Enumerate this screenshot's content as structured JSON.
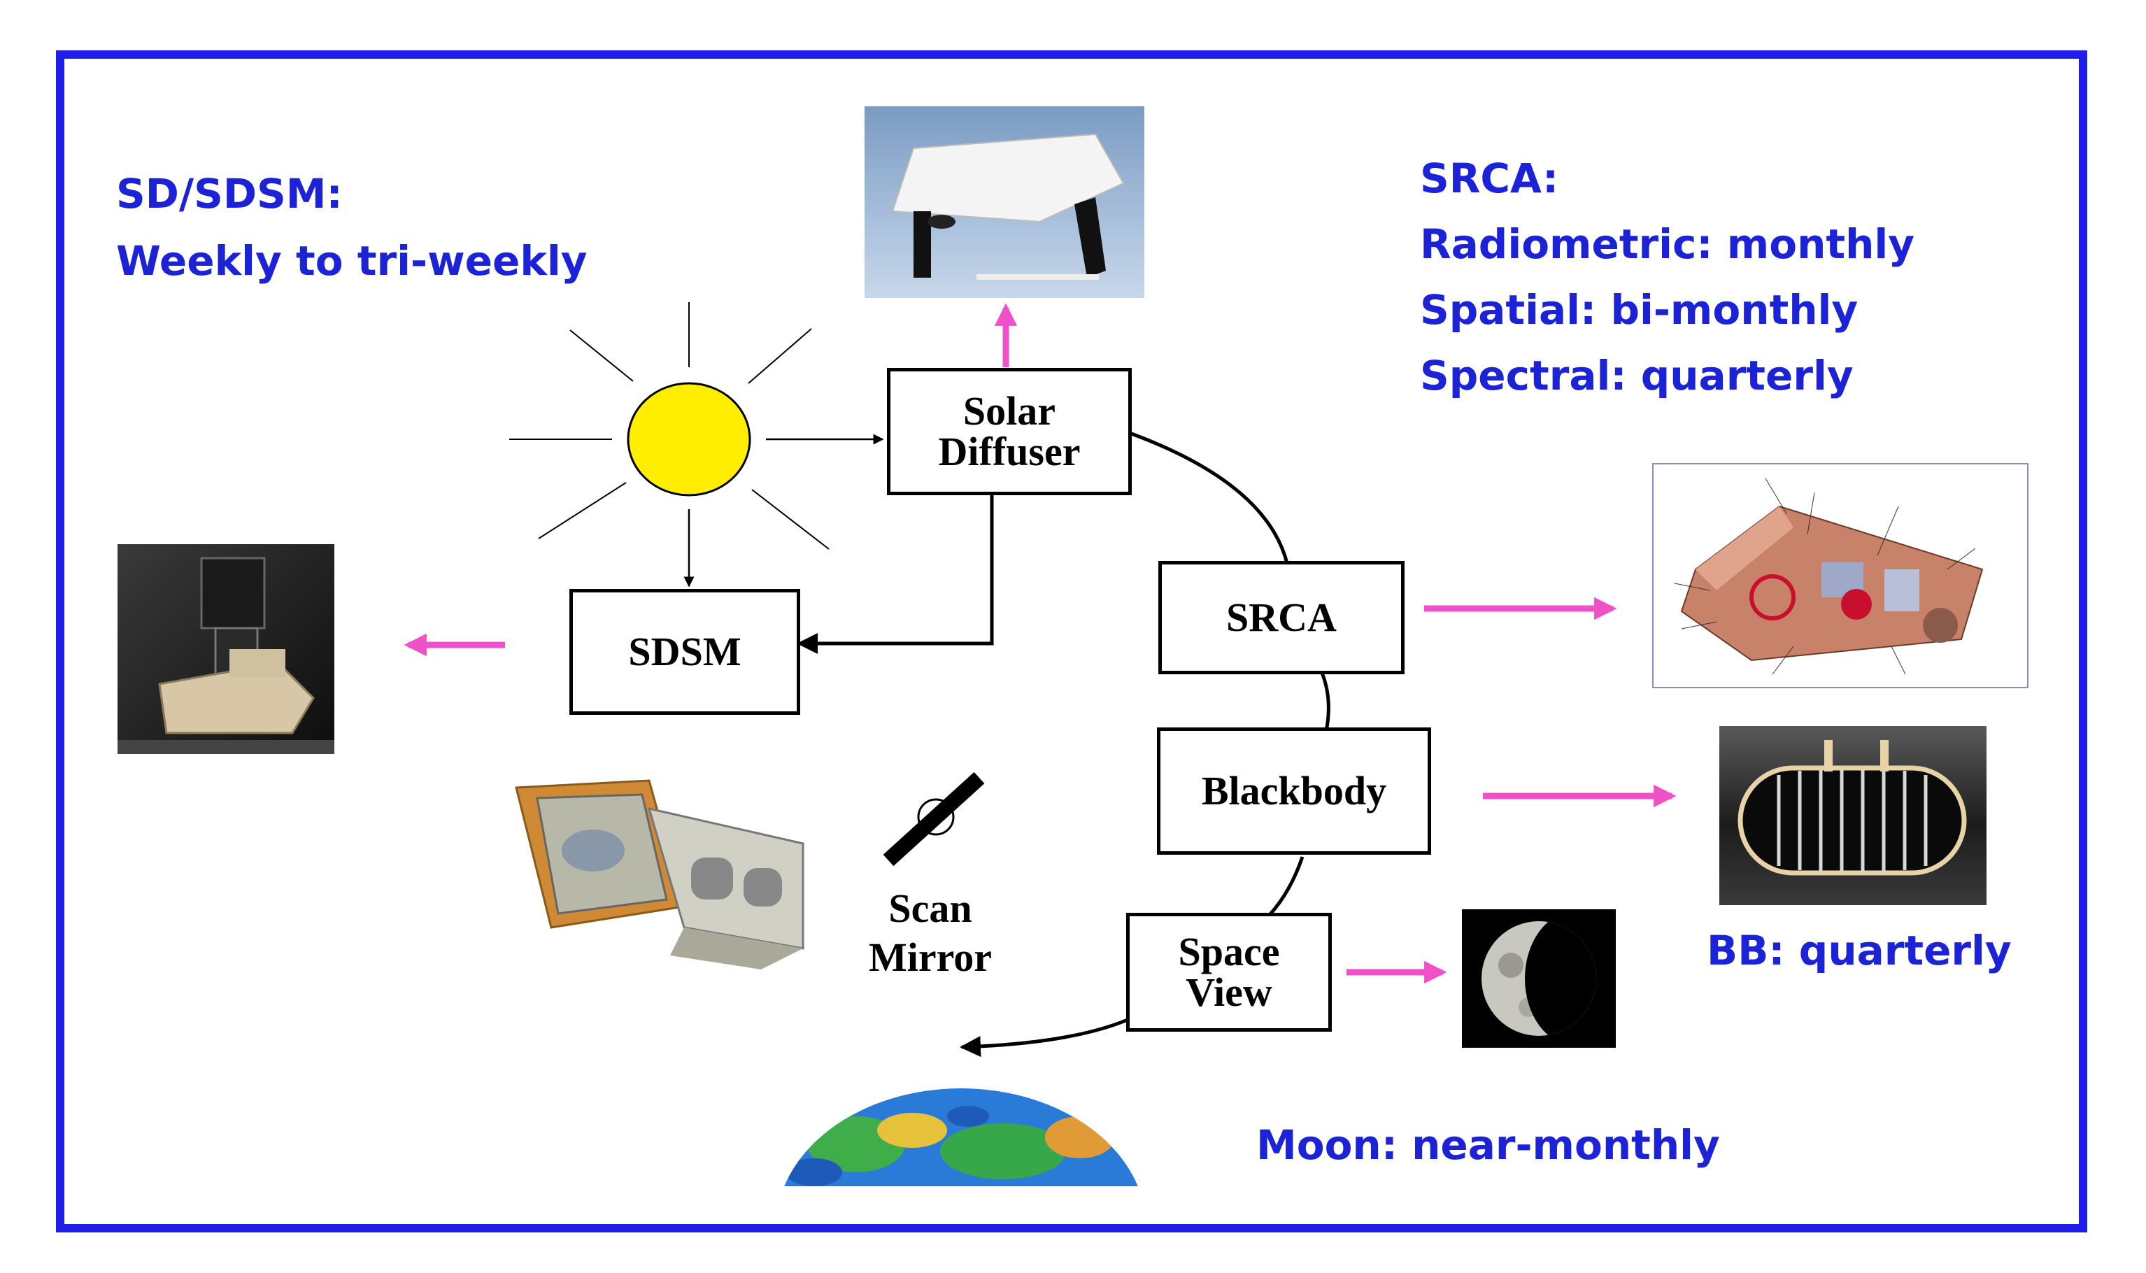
{
  "notes": {
    "sd_sdsm": [
      "SD/SDSM:",
      "Weekly to tri-weekly"
    ],
    "srca": [
      "SRCA:",
      "Radiometric: monthly",
      "Spatial: bi-monthly",
      "Spectral: quarterly"
    ],
    "bb": "BB: quarterly",
    "moon": "Moon: near-monthly"
  },
  "boxes": {
    "solar_diffuser": "Solar\nDiffuser",
    "sdsm": "SDSM",
    "srca": "SRCA",
    "blackbody": "Blackbody",
    "space_view": "Space\nView"
  },
  "scan_mirror_label": "Scan\nMirror",
  "colors": {
    "frame": "#1e1ee6",
    "note_text": "#1c22d6",
    "arrow": "#f050c8",
    "sun": "#ffee00"
  },
  "icons": {
    "sun": "sun-icon",
    "scan_mirror": "scan-mirror-icon"
  }
}
